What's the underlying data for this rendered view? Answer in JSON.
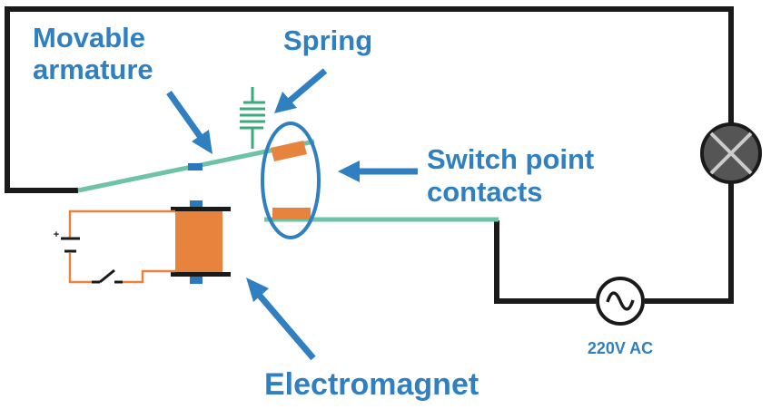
{
  "labels": {
    "movable_armature_line1": "Movable",
    "movable_armature_line2": "armature",
    "spring": "Spring",
    "switch_contacts_line1": "Switch point",
    "switch_contacts_line2": "contacts",
    "electromagnet": "Electromagnet",
    "ac_source": "220V AC",
    "battery_plus": "+"
  },
  "colors": {
    "label_blue": "#2f7fc1",
    "arrow_blue": "#2f7fc1",
    "circuit_black": "#1a1a1a",
    "armature_green": "#6cc3a6",
    "spring_green": "#3daa7c",
    "contact_orange": "#e8833d",
    "coil_orange": "#e8833d",
    "coil_wire_orange": "#e8833d",
    "lamp_fill": "#555555",
    "pole_blue": "#2b78bd"
  },
  "icons": {
    "lamp": "lamp-icon",
    "ac_source": "ac-source-icon",
    "battery": "battery-icon",
    "switch": "switch-icon"
  }
}
